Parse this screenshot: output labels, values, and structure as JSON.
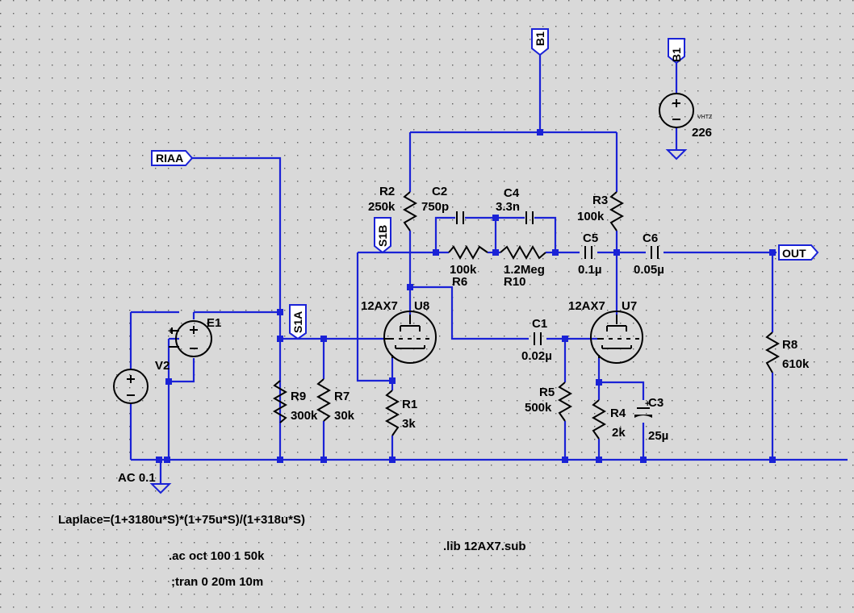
{
  "colors": {
    "background": "#d9d9d9",
    "wire": "#1a22d6",
    "component": "#000000",
    "dot_grid": "#5f5f5f"
  },
  "net_labels": {
    "b1": "B1",
    "riaa": "RIAA",
    "s1b": "S1B",
    "s1a": "S1A",
    "out": "OUT"
  },
  "components": {
    "r2": {
      "name": "R2",
      "value": "250k"
    },
    "c2": {
      "name": "C2",
      "value": "750p"
    },
    "c4": {
      "name": "C4",
      "value": "3.3n"
    },
    "r3": {
      "name": "R3",
      "value": "100k"
    },
    "r6": {
      "name": "R6",
      "value": "100k"
    },
    "r10": {
      "name": "R10",
      "value": "1.2Meg"
    },
    "c5": {
      "name": "C5",
      "value": "0.1µ"
    },
    "c6": {
      "name": "C6",
      "value": "0.05µ"
    },
    "u8": {
      "name": "U8",
      "value": "12AX7"
    },
    "u7": {
      "name": "U7",
      "value": "12AX7"
    },
    "c1": {
      "name": "C1",
      "value": "0.02µ"
    },
    "r8": {
      "name": "R8",
      "value": "610k"
    },
    "e1": {
      "name": "E1"
    },
    "v2": {
      "name": "V2",
      "value": "AC 0.1"
    },
    "r9": {
      "name": "R9",
      "value": "300k"
    },
    "r7": {
      "name": "R7",
      "value": "30k"
    },
    "r1": {
      "name": "R1",
      "value": "3k"
    },
    "r5": {
      "name": "R5",
      "value": "500k"
    },
    "r4": {
      "name": "R4",
      "value": "2k"
    },
    "c3": {
      "name": "C3",
      "value": "25µ"
    },
    "vhtz": {
      "name": "VHTZ",
      "value": "226"
    }
  },
  "directives": {
    "laplace": "Laplace=(1+3180u*S)*(1+75u*S)/(1+318u*S)",
    "ac": ".ac oct 100 1 50k",
    "tran": ";tran 0 20m 10m",
    "lib": ".lib 12AX7.sub"
  }
}
